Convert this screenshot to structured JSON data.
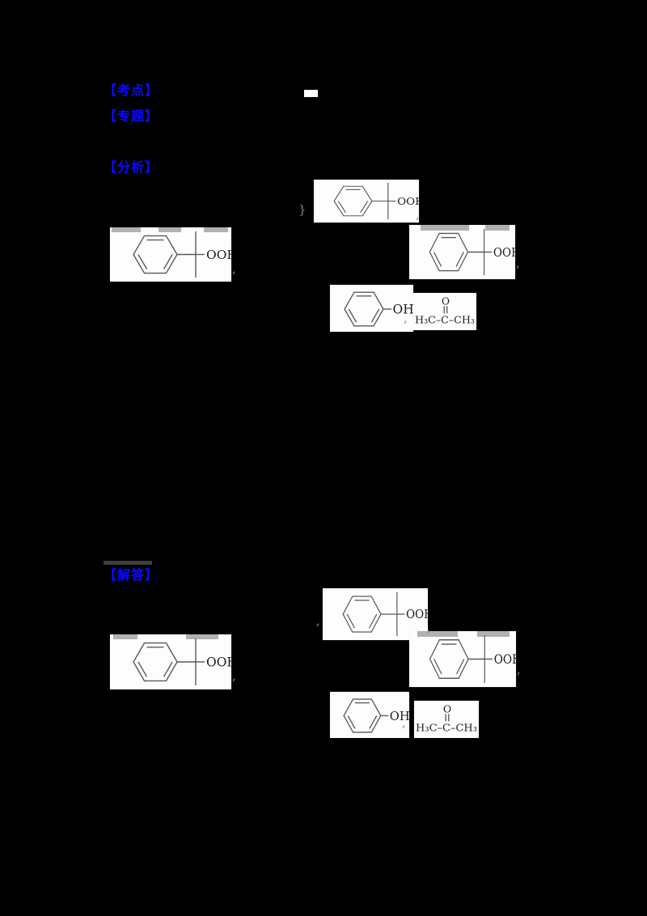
{
  "page": {
    "background_color": "#000000",
    "box_color": "#fdfdfd",
    "label_color": "#0a0af0",
    "structure_line_color": "#5a5a5a"
  },
  "labels": {
    "test_points": "【考点】",
    "topic": "【专题】",
    "analysis": "【分析】",
    "solution": "【解答】"
  },
  "chem": {
    "ooh": "OOH",
    "oh": "OH",
    "o": "O",
    "acetone": "H₃C–C–CH₃"
  },
  "artifacts": {
    "comma": ",",
    "brace": "}"
  }
}
